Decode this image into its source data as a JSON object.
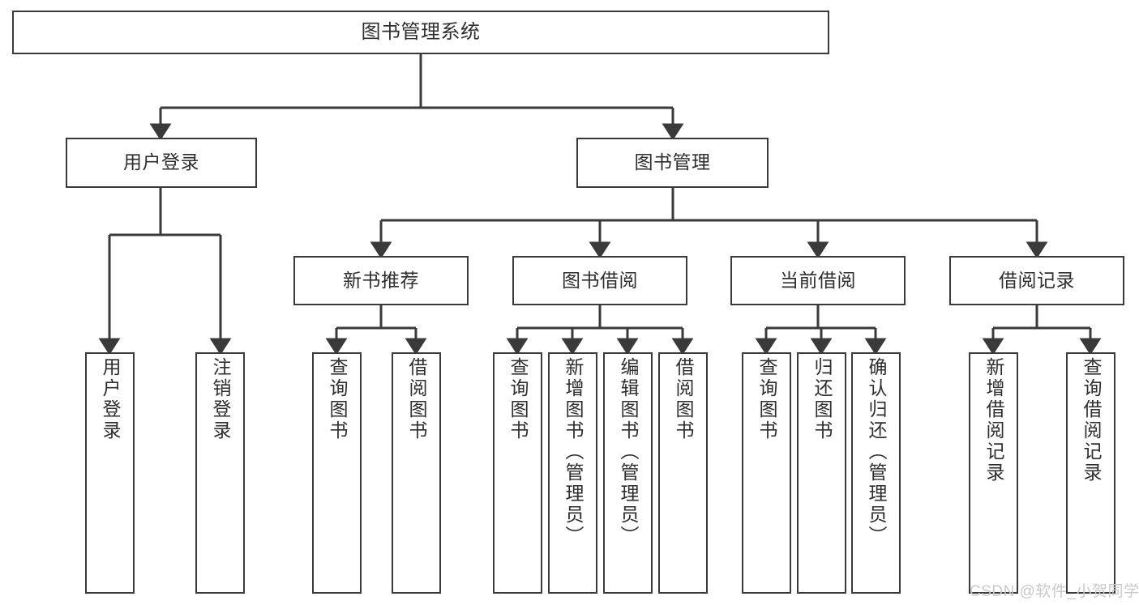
{
  "diagram": {
    "title": "图书管理系统",
    "type": "tree-hierarchy-diagram",
    "colors": {
      "box_border": "#3a3a3a",
      "box_fill": "#ffffff",
      "text": "#2e2e2e",
      "connector": "#3a3a3a",
      "watermark": "#c9c9c9",
      "background": "#ffffff"
    },
    "root": {
      "label": "图书管理系统"
    },
    "level1": [
      {
        "label": "用户登录"
      },
      {
        "label": "图书管理"
      }
    ],
    "level2": [
      {
        "label": "新书推荐"
      },
      {
        "label": "图书借阅"
      },
      {
        "label": "当前借阅"
      },
      {
        "label": "借阅记录"
      }
    ],
    "leaves": {
      "user_login": [
        {
          "label": "用户登录"
        },
        {
          "label": "注销登录"
        }
      ],
      "new_book_recommend": [
        {
          "label": "查询图书"
        },
        {
          "label": "借阅图书"
        }
      ],
      "book_borrow": [
        {
          "label": "查询图书"
        },
        {
          "label": "新增图书（管理员）"
        },
        {
          "label": "编辑图书（管理员）"
        },
        {
          "label": "借阅图书"
        }
      ],
      "current_borrow": [
        {
          "label": "查询图书"
        },
        {
          "label": "归还图书"
        },
        {
          "label": "确认归还（管理员）"
        }
      ],
      "borrow_record": [
        {
          "label": "新增借阅记录"
        },
        {
          "label": "查询借阅记录"
        }
      ]
    }
  },
  "watermark": {
    "text": "CSDN @软件_小贺同学"
  }
}
